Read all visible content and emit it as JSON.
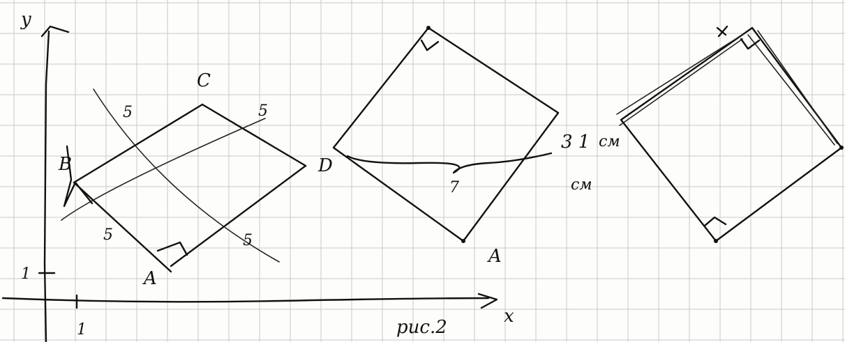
{
  "colors": {
    "paper": "#fdfdfb",
    "grid": "#c9c9c9",
    "ink": "#111111"
  },
  "axes": {
    "y_label": "y",
    "x_label": "x",
    "y_tick": "1",
    "x_tick": "1"
  },
  "figure1": {
    "vertex_c": "C",
    "vertex_a": "A",
    "vertex_b": "B",
    "vertex_d": "D",
    "side_left_top": "5",
    "side_left_bottom": "5",
    "side_right_top": "5",
    "side_right_bottom": "5"
  },
  "figure2": {
    "brace_value": "7",
    "vertex_a": "A",
    "side_note": "3 1",
    "unit_top": "см",
    "unit_bottom": "см"
  },
  "caption": "рис.2"
}
